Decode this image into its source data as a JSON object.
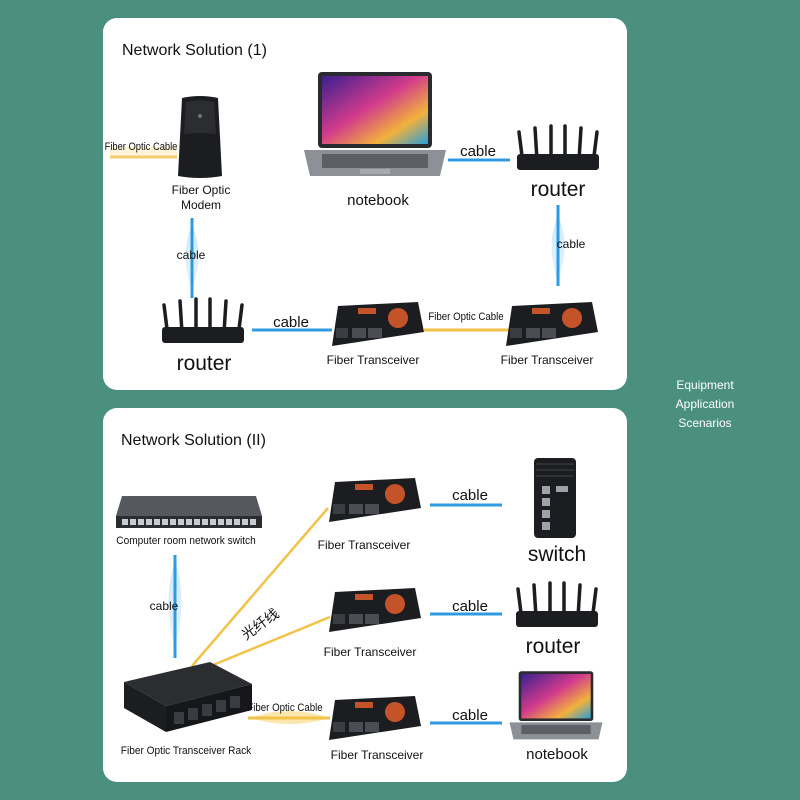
{
  "side_caption": [
    "Equipment",
    "Application",
    "Scenarios"
  ],
  "solution1": {
    "title": "Network Solution (1)",
    "labels": {
      "fiber_optic_cable_left": "Fiber Optic Cable",
      "modem": "Fiber Optic Modem",
      "cable_vertical_left": "cable",
      "notebook": "notebook",
      "cable_top": "cable",
      "router_top": "router",
      "cable_vertical_right": "cable",
      "router_bottom": "router",
      "cable_bottom": "cable",
      "transceiver_1": "Fiber Transceiver",
      "fiber_optic_cable_mid": "Fiber Optic Cable",
      "transceiver_2": "Fiber Transceiver"
    }
  },
  "solution2": {
    "title": "Network Solution (II)",
    "labels": {
      "switch_label": "Computer room network switch",
      "cable_vertical": "cable",
      "rack_label": "Fiber Optic Transceiver Rack",
      "fiber_chinese": "光纤线",
      "fiber_optic_cable": "Fiber Optic Cable",
      "transceiver_top": "Fiber Transceiver",
      "transceiver_mid": "Fiber Transceiver",
      "transceiver_bot": "Fiber Transceiver",
      "cable_1": "cable",
      "cable_2": "cable",
      "cable_3": "cable",
      "switch": "switch",
      "router": "router",
      "notebook": "notebook"
    }
  },
  "colors": {
    "background": "#4b8f7f",
    "panel": "#ffffff",
    "cable": "#2e9be0",
    "fiber": "#f2c24a",
    "device_dark": "#1c1d20",
    "transceiver_accent": "#c4532a"
  }
}
